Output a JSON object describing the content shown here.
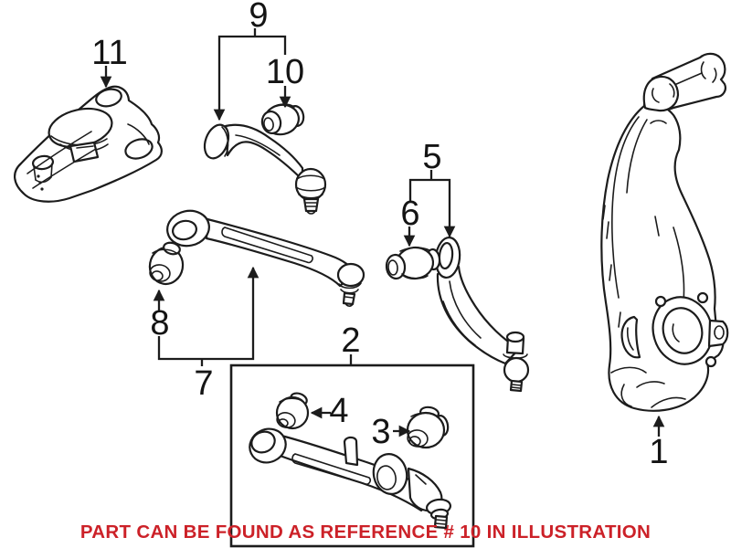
{
  "note": {
    "text": "PART CAN BE FOUND AS REFERENCE # 10 IN ILLUSTRATION",
    "color": "#cc2128"
  },
  "style": {
    "line_color": "#1c1c1c",
    "label_color": "#141414",
    "background": "#ffffff"
  },
  "parts": [
    {
      "ref": "1",
      "name": "steering-knuckle"
    },
    {
      "ref": "2",
      "name": "lower-control-arm-assembly"
    },
    {
      "ref": "3",
      "name": "lower-arm-rear-bushing"
    },
    {
      "ref": "4",
      "name": "lower-arm-front-bushing"
    },
    {
      "ref": "5",
      "name": "curved-control-arm"
    },
    {
      "ref": "6",
      "name": "curved-arm-bushing"
    },
    {
      "ref": "7",
      "name": "straight-control-arm"
    },
    {
      "ref": "8",
      "name": "straight-arm-bushing"
    },
    {
      "ref": "9",
      "name": "upper-control-arm-assembly"
    },
    {
      "ref": "10",
      "name": "upper-arm-bushing"
    },
    {
      "ref": "11",
      "name": "control-arm-mount-bracket"
    }
  ]
}
